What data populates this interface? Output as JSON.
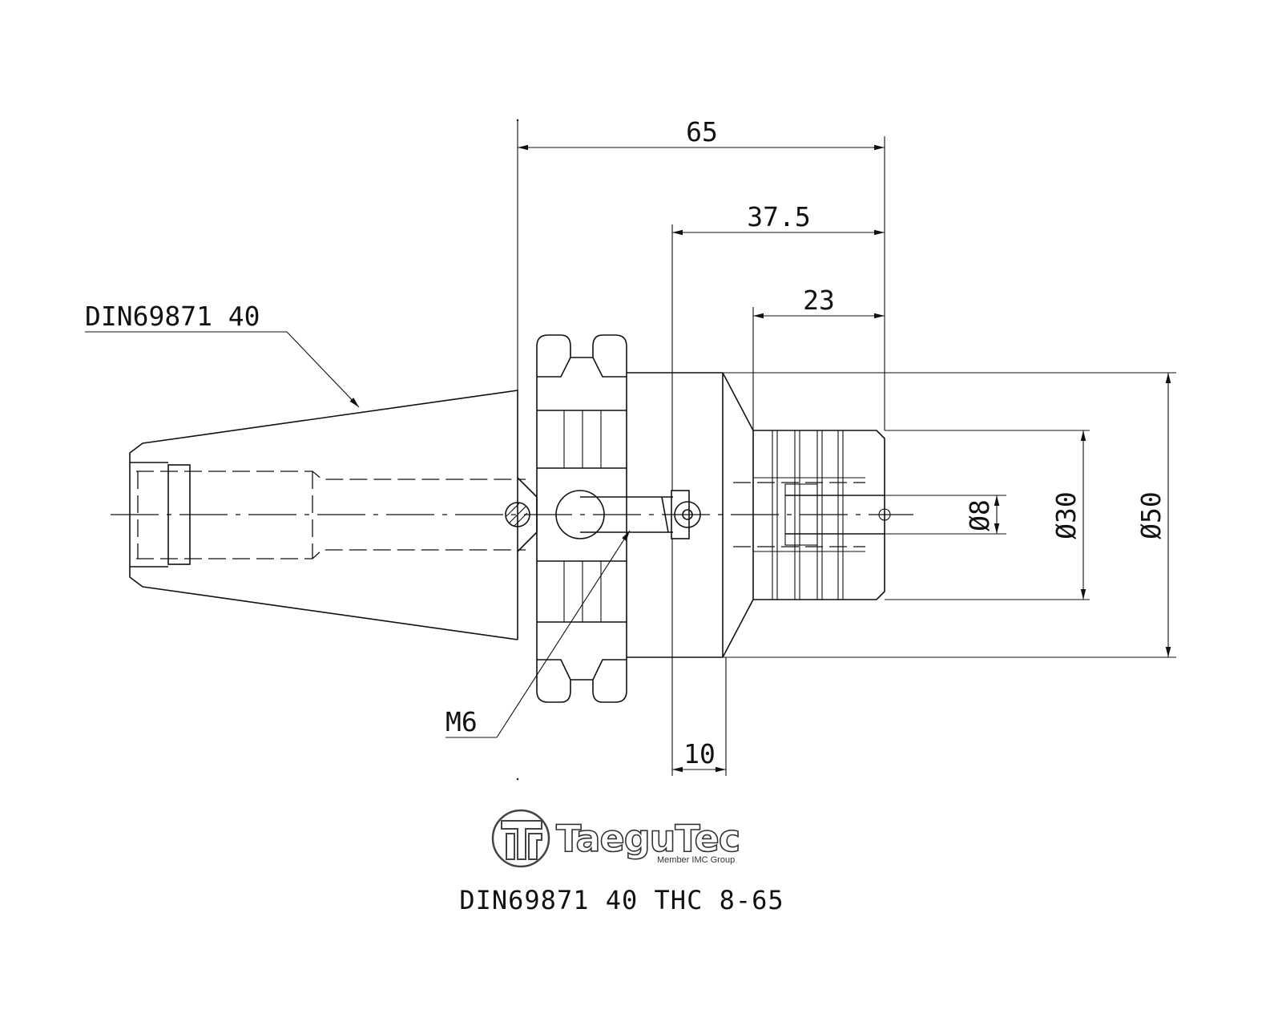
{
  "drawing": {
    "dimensions": {
      "overall_length": "65",
      "length_from_flange": "37.5",
      "nose_length": "23",
      "collar_length": "10",
      "bore_diameter": "Ø8",
      "nose_diameter": "Ø30",
      "body_diameter": "Ø50"
    },
    "callouts": {
      "taper_standard": "DIN69871 40",
      "thread": "M6"
    }
  },
  "logo": {
    "brand": "TaeguTec",
    "tagline": "Member IMC Group"
  },
  "model_label": "DIN69871 40 THC 8-65"
}
